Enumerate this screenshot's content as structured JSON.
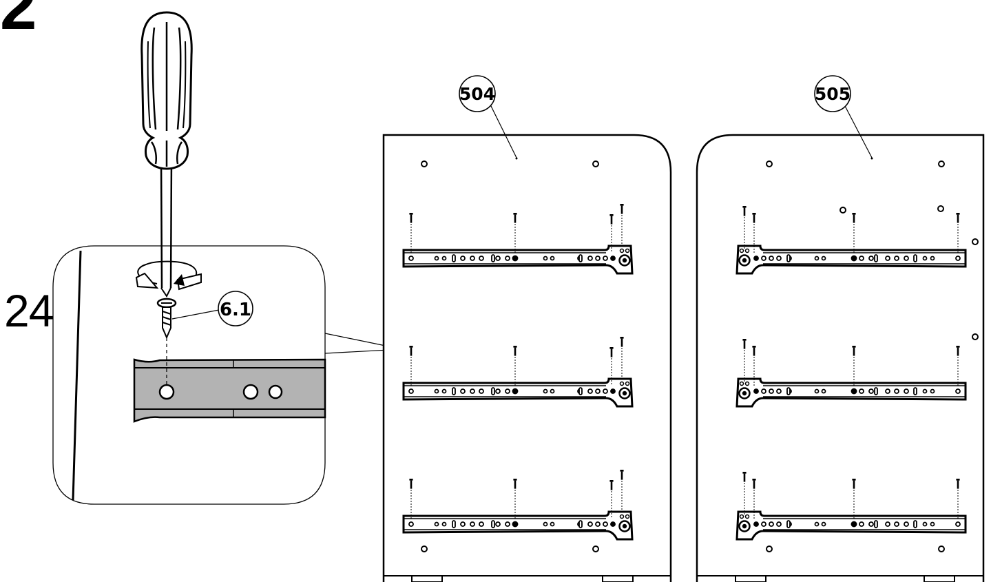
{
  "step": {
    "number": "2",
    "quantity": "24x"
  },
  "parts": {
    "screw_id": "6.1",
    "panel_left_id": "504",
    "panel_right_id": "505"
  },
  "colors": {
    "ink": "#000000",
    "rail_fill": "#b3b3b3",
    "paper": "#ffffff"
  },
  "icons": [
    "screwdriver-icon",
    "rotation-arrow-icon",
    "screw-icon"
  ]
}
